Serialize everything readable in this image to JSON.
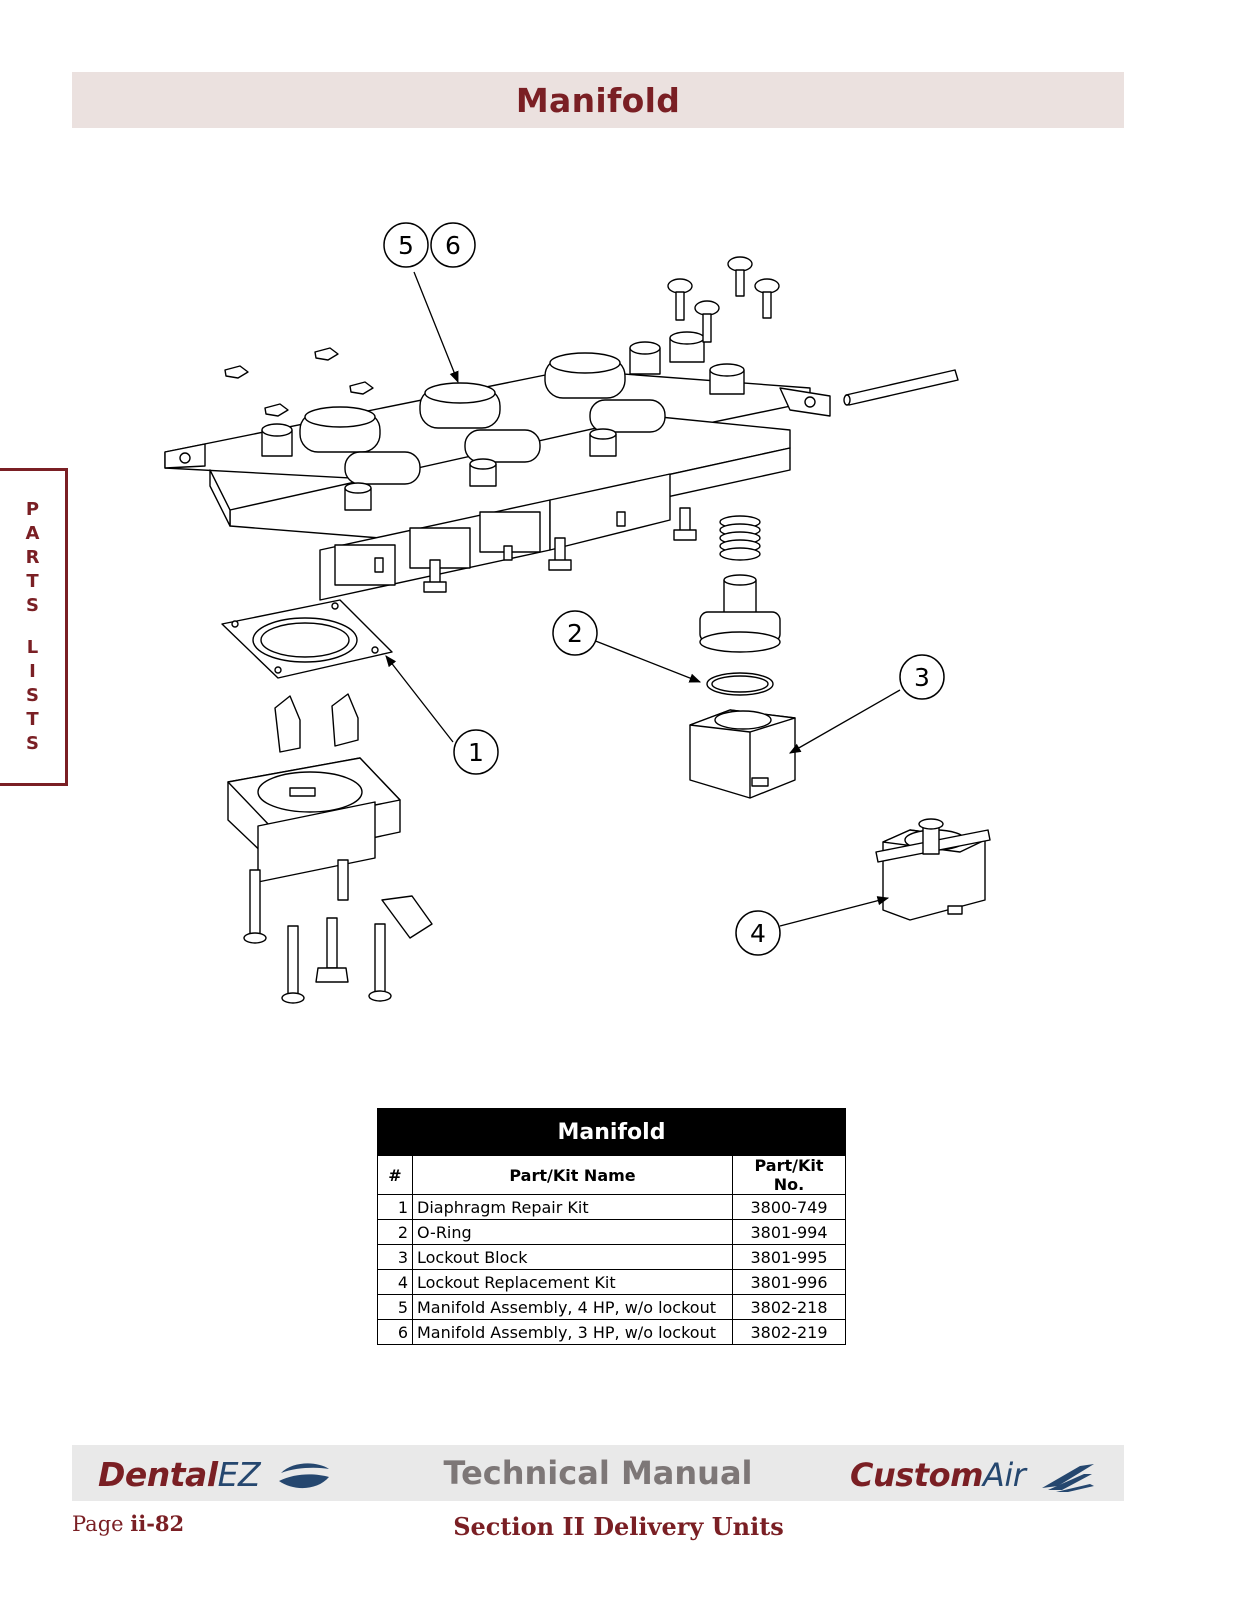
{
  "header": {
    "title": "Manifold"
  },
  "side_tab": {
    "word1": "PARTS",
    "word2": "LISTS"
  },
  "diagram": {
    "callouts": [
      {
        "label": "5"
      },
      {
        "label": "6"
      },
      {
        "label": "2"
      },
      {
        "label": "3"
      },
      {
        "label": "1"
      },
      {
        "label": "4"
      }
    ]
  },
  "parts_table": {
    "caption": "Manifold",
    "headers": {
      "num": "#",
      "name": "Part/Kit Name",
      "part_no": "Part/Kit No."
    },
    "rows": [
      {
        "num": "1",
        "name": "Diaphragm Repair Kit",
        "part_no": "3800-749"
      },
      {
        "num": "2",
        "name": "O-Ring",
        "part_no": "3801-994"
      },
      {
        "num": "3",
        "name": "Lockout Block",
        "part_no": "3801-995"
      },
      {
        "num": "4",
        "name": "Lockout Replacement Kit",
        "part_no": "3801-996"
      },
      {
        "num": "5",
        "name": "Manifold Assembly, 4 HP, w/o lockout",
        "part_no": "3802-218"
      },
      {
        "num": "6",
        "name": "Manifold Assembly, 3 HP, w/o lockout",
        "part_no": "3802-219"
      }
    ]
  },
  "footer": {
    "brand_left": "Dental",
    "brand_left_suffix": "EZ",
    "manual_title": "Technical Manual",
    "brand_right": "Custom",
    "brand_right_suffix": "Air",
    "page_prefix": "Page",
    "page_number": "ii-82",
    "section": "Section II  Delivery Units"
  },
  "colors": {
    "accent": "#7a1f24",
    "navy": "#25476f",
    "title_bg": "#ebe1df",
    "footer_bg": "#e9e9e9"
  }
}
